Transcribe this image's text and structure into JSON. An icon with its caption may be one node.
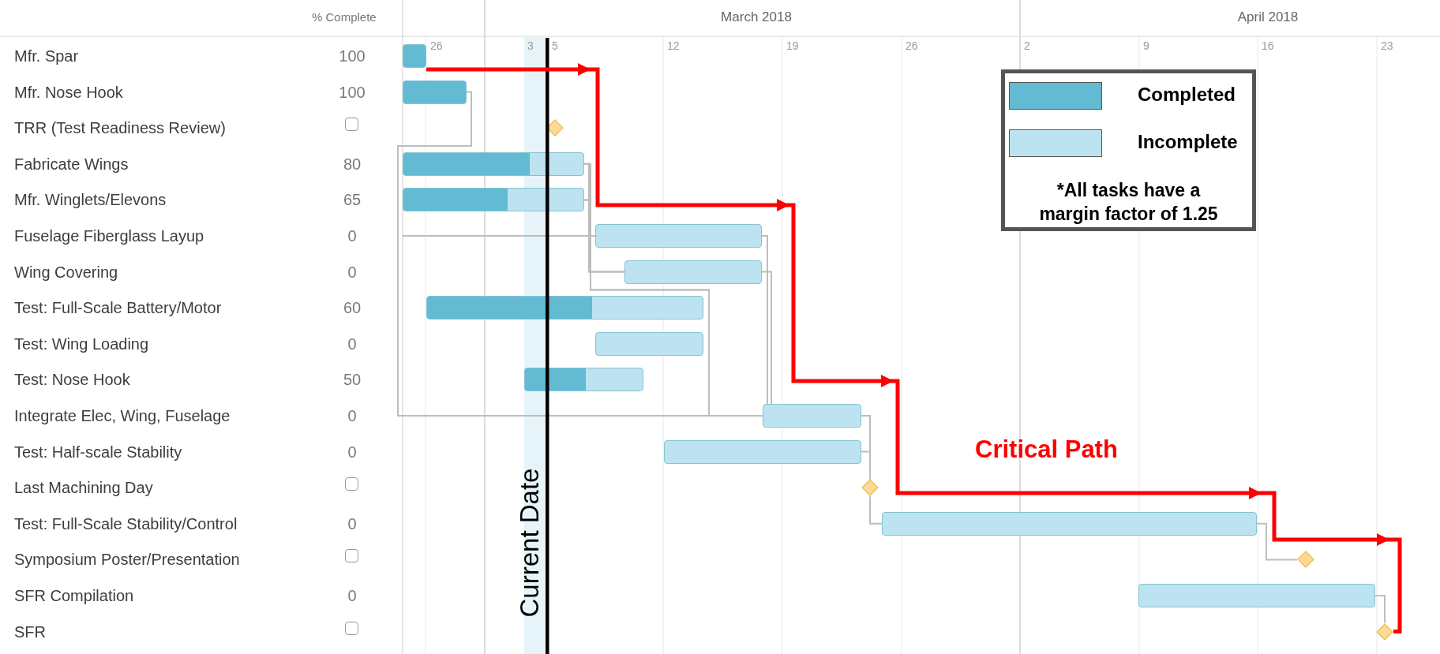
{
  "diagram": {
    "nodes": [
      {
        "text": [],
        "shape": "bar"
      },
      {
        "text": [],
        "shape": "bar"
      },
      {
        "text": [],
        "shape": "diamond"
      },
      {
        "text": [],
        "shape": "bar"
      },
      {
        "text": [],
        "shape": "bar"
      },
      {
        "text": [],
        "shape": "bar"
      },
      {
        "text": [],
        "shape": "bar"
      },
      {
        "text": [],
        "shape": "bar"
      },
      {
        "text": [],
        "shape": "bar"
      },
      {
        "text": [],
        "shape": "bar"
      },
      {
        "text": [],
        "shape": "bar"
      },
      {
        "text": [],
        "shape": "bar"
      },
      {
        "text": [],
        "shape": "diamond"
      },
      {
        "text": [],
        "shape": "bar"
      },
      {
        "text": [],
        "shape": "diamond"
      },
      {
        "text": [],
        "shape": "bar"
      },
      {
        "text": [],
        "shape": "diamond"
      }
    ],
    "edges": [
      {
        "from": null,
        "to": 5,
        "arrow": "none"
      },
      {
        "from": 1,
        "to": 10,
        "arrow": "none"
      },
      {
        "from": 3,
        "to": 6,
        "arrow": "none"
      },
      {
        "from": 4,
        "to": 6,
        "arrow": "none"
      },
      {
        "from": 3,
        "to": 10,
        "arrow": "none"
      },
      {
        "from": 4,
        "to": 10,
        "arrow": "none"
      },
      {
        "from": null,
        "to": 10,
        "arrow": "none"
      },
      {
        "from": 5,
        "to": 10,
        "arrow": "none"
      },
      {
        "from": 6,
        "to": 10,
        "arrow": "none"
      },
      {
        "from": 10,
        "to": 12,
        "arrow": "none"
      },
      {
        "from": 11,
        "to": 12,
        "arrow": "none"
      },
      {
        "from": 12,
        "to": 13,
        "arrow": "none"
      },
      {
        "from": 13,
        "to": 14,
        "arrow": "none"
      },
      {
        "from": 15,
        "to": 16,
        "arrow": "none"
      },
      {
        "from": 0,
        "to": 16,
        "arrow": "to",
        "style": "thick",
        "color": "#ff0000"
      }
    ],
    "labels": [
      "% Complete",
      "March 2018",
      "April 2018",
      "26",
      "3",
      "5",
      "12",
      "19",
      "26",
      "2",
      "9",
      "16",
      "23",
      "Mfr. Spar",
      "100",
      "Mfr. Nose Hook",
      "100",
      "TRR (Test Readiness Review)",
      "Fabricate Wings",
      "80",
      "Mfr. Winglets/Elevons",
      "65",
      "Fuselage Fiberglass Layup",
      "0",
      "Wing Covering",
      "0",
      "Test: Full-Scale Battery/Motor",
      "60",
      "Test: Wing Loading",
      "0",
      "Test: Nose Hook",
      "50",
      "Integrate Elec, Wing, Fuselage",
      "0",
      "Test: Half-scale Stability",
      "0",
      "Last Machining Day",
      "Test: Full-Scale Stability/Control",
      "0",
      "Symposium Poster/Presentation",
      "SFR Compilation",
      "0",
      "SFR",
      "*All tasks have a margin factor of 1.25",
      "Critical Path",
      "Current Date"
    ],
    "legend": [
      {
        "text": "Completed",
        "color": "#62bbd2"
      },
      {
        "text": "Incomplete",
        "color": "#bde3f0"
      }
    ]
  }
}
